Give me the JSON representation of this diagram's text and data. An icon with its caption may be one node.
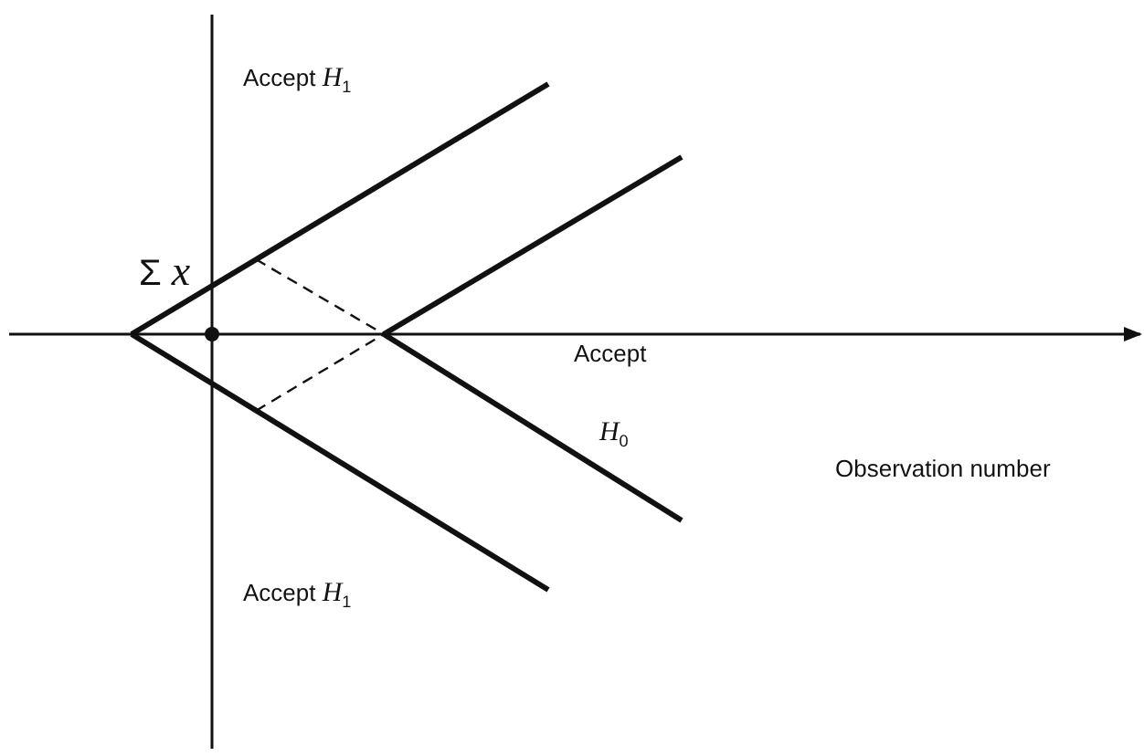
{
  "diagram": {
    "labels": [
      "Accept *H*$_{1}$",
      "Σ *x*",
      "Accept",
      "*H*$_{0}$",
      "Observation number",
      "Accept *H*$_{1}$"
    ]
  }
}
